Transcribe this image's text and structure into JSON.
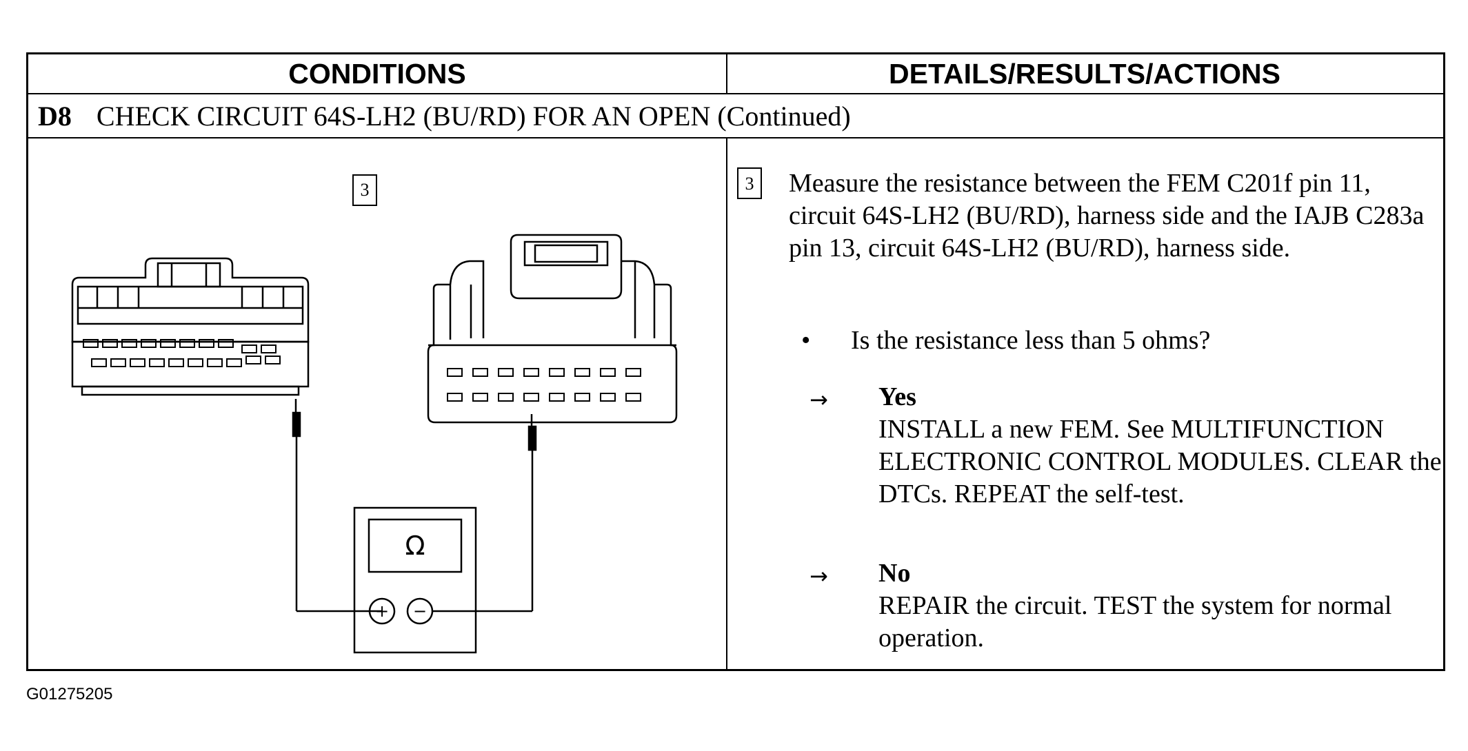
{
  "table": {
    "header_conditions": "CONDITIONS",
    "header_details": "DETAILS/RESULTS/ACTIONS",
    "step_number": "D8",
    "step_title": "CHECK CIRCUIT 64S-LH2 (BU/RD) FOR AN OPEN (Continued)"
  },
  "diagram": {
    "callout": "3",
    "meter_symbol": "Ω",
    "plus_symbol": "+",
    "minus_symbol": "−"
  },
  "details": {
    "callout": "3",
    "instruction": "Measure the resistance between the FEM C201f pin 11, circuit 64S-LH2 (BU/RD), harness side and the IAJB C283a pin 13, circuit 64S-LH2 (BU/RD), harness side.",
    "bullet_symbol": "•",
    "question": "Is the resistance less than 5 ohms?",
    "arrow_symbol": "→",
    "yes_label": "Yes",
    "yes_action": "INSTALL a new FEM. See MULTIFUNCTION ELECTRONIC CONTROL MODULES. CLEAR the DTCs. REPEAT the self-test.",
    "no_label": "No",
    "no_action": "REPAIR the circuit. TEST the system for normal operation."
  },
  "footer": {
    "figure_code": "G01275205"
  }
}
